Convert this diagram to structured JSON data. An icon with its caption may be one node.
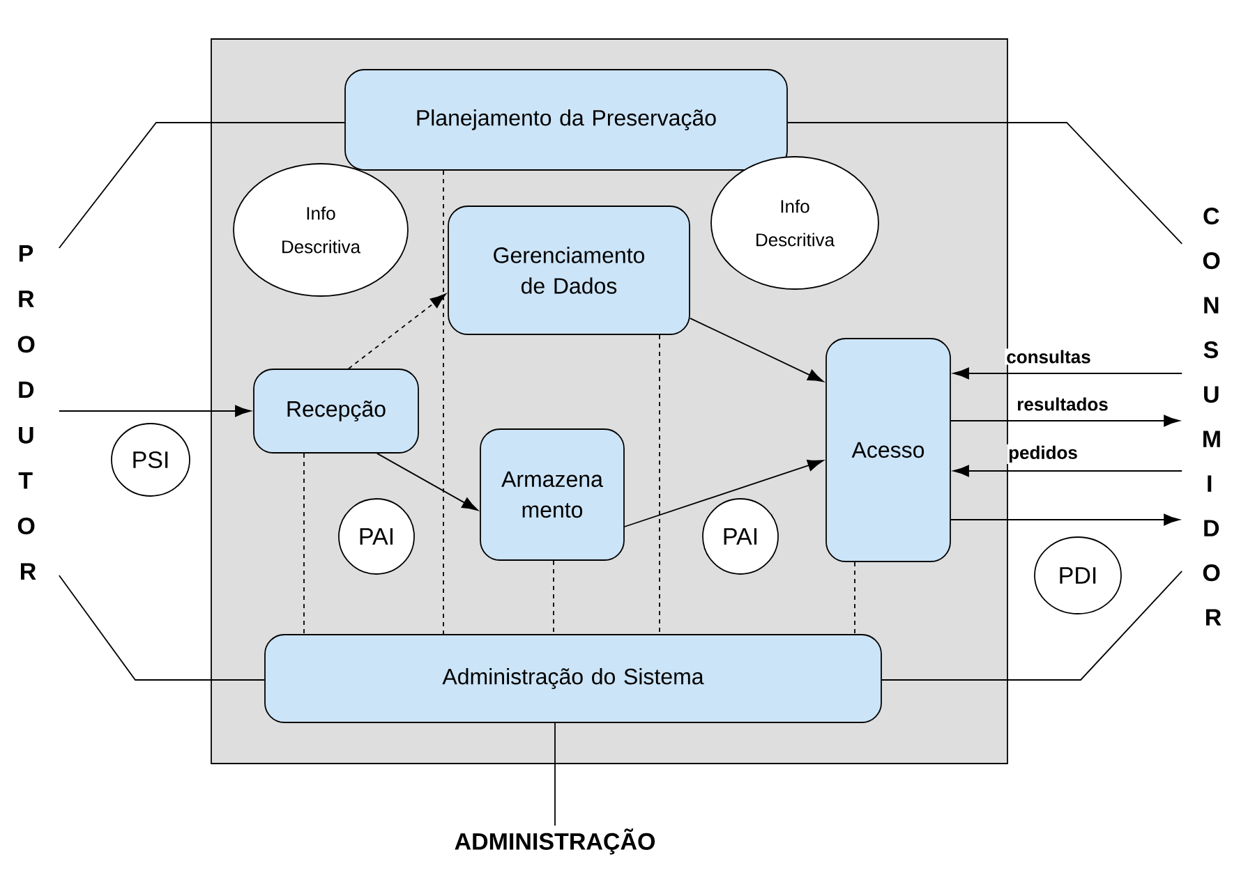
{
  "diagram": {
    "nodes": [
      {
        "text": [],
        "shape": "box"
      },
      {
        "text": [
          "Planejamento da Preservação"
        ],
        "in": 0
      },
      {
        "text": [
          "Info Descritiva"
        ],
        "in": 0
      },
      {
        "text": [
          "Gerenciamento de Dados"
        ],
        "in": 0
      },
      {
        "text": [
          "Info Descritiva"
        ],
        "in": 0
      },
      {
        "text": [
          "Recepção"
        ],
        "in": 0
      },
      {
        "text": [
          "Armazena mento"
        ],
        "in": 0
      },
      {
        "text": [
          "Acesso"
        ],
        "in": 0
      },
      {
        "text": [
          "PAI"
        ],
        "in": 0
      },
      {
        "text": [
          "PAI"
        ],
        "in": 0
      },
      {
        "text": [
          "Administração do Sistema"
        ],
        "in": 0
      },
      {
        "text": [
          "PRODUTOR"
        ]
      },
      {
        "text": [
          "PSI"
        ]
      },
      {
        "text": [
          "CONSUMIDOR"
        ]
      },
      {
        "text": [
          "PDI"
        ]
      },
      {
        "text": [
          "ADMINISTRAÇÃO"
        ]
      }
    ],
    "edges": [
      {
        "from": 11,
        "to": 5,
        "arrow": "to"
      },
      {
        "from": 11,
        "to": 1,
        "arrow": "none"
      },
      {
        "from": 11,
        "to": 10,
        "arrow": "none"
      },
      {
        "from": 13,
        "to": 1,
        "arrow": "none"
      },
      {
        "from": 13,
        "to": 10,
        "arrow": "none"
      },
      {
        "from": 15,
        "to": 10,
        "arrow": "none"
      },
      {
        "from": 5,
        "to": 3,
        "arrow": "to",
        "style": "dashed"
      },
      {
        "from": 5,
        "to": 6,
        "arrow": "to"
      },
      {
        "from": 3,
        "to": 7,
        "arrow": "to"
      },
      {
        "from": 6,
        "to": 7,
        "arrow": "to"
      },
      {
        "from": 13,
        "to": 7,
        "arrow": "to",
        "label": "consultas"
      },
      {
        "from": 7,
        "to": 13,
        "arrow": "to",
        "label": "resultados"
      },
      {
        "from": 13,
        "to": 7,
        "arrow": "to",
        "label": "pedidos"
      },
      {
        "from": 7,
        "to": 13,
        "arrow": "to"
      },
      {
        "from": 1,
        "to": 10,
        "arrow": "none",
        "style": "dashed"
      },
      {
        "from": 5,
        "to": 10,
        "arrow": "none",
        "style": "dashed"
      },
      {
        "from": 6,
        "to": 10,
        "arrow": "none",
        "style": "dashed"
      },
      {
        "from": 3,
        "to": 10,
        "arrow": "none",
        "style": "dashed"
      },
      {
        "from": 7,
        "to": 10,
        "arrow": "none",
        "style": "dashed"
      }
    ]
  }
}
